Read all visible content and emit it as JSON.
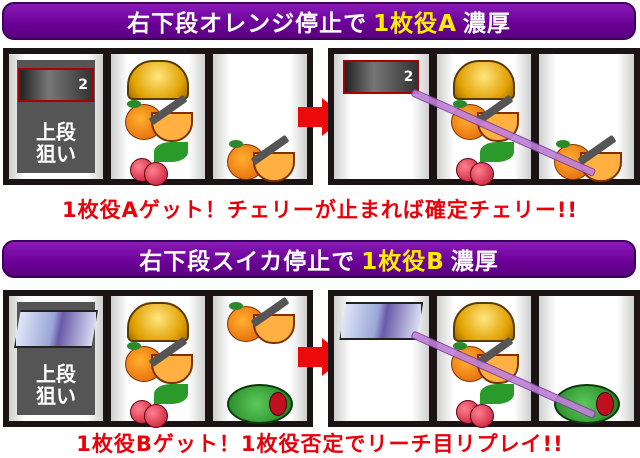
{
  "section_a": {
    "banner": {
      "prefix": "右下段オレンジ停止で",
      "highlight": "1枚役A",
      "suffix": "濃厚"
    },
    "before": {
      "reel_left": {
        "top_symbol": "black-logo-7",
        "aim_label": "上段\n狙い"
      },
      "reel_center": [
        "bell",
        "orange",
        "cherry"
      ],
      "reel_right": [
        "blank",
        "blank",
        "orange"
      ]
    },
    "after": {
      "reel_left": [
        "black-logo-7",
        "blank",
        "blank"
      ],
      "reel_center": [
        "bell",
        "orange",
        "cherry"
      ],
      "reel_right": [
        "blank",
        "blank",
        "orange"
      ],
      "payline": "top-left to bottom-right"
    },
    "caption": "1枚役Aゲット！チェリーが止まれば確定チェリー!!"
  },
  "section_b": {
    "banner": {
      "prefix": "右下段スイカ停止で",
      "highlight": "1枚役B",
      "suffix": "濃厚"
    },
    "before": {
      "reel_left": {
        "top_symbol": "girl-logo-7",
        "aim_label": "上段\n狙い"
      },
      "reel_center": [
        "bell",
        "orange",
        "cherry"
      ],
      "reel_right": [
        "orange",
        "blank",
        "watermelon"
      ]
    },
    "after": {
      "reel_left": [
        "girl-logo-7",
        "blank",
        "blank"
      ],
      "reel_center": [
        "bell",
        "orange",
        "cherry"
      ],
      "reel_right": [
        "blank",
        "blank",
        "watermelon"
      ],
      "payline": "top-left to bottom-right"
    },
    "caption": "1枚役Bゲット！1枚役否定でリーチ目リプレイ!!"
  },
  "labels": {
    "aim_line1": "上段",
    "aim_line2": "狙い",
    "logo_num": "2"
  },
  "colors": {
    "banner": "#6a0096",
    "highlight": "#ffee00",
    "caption": "#e8000a",
    "arrow": "#ee0a0a",
    "payline": "#c080d8"
  }
}
